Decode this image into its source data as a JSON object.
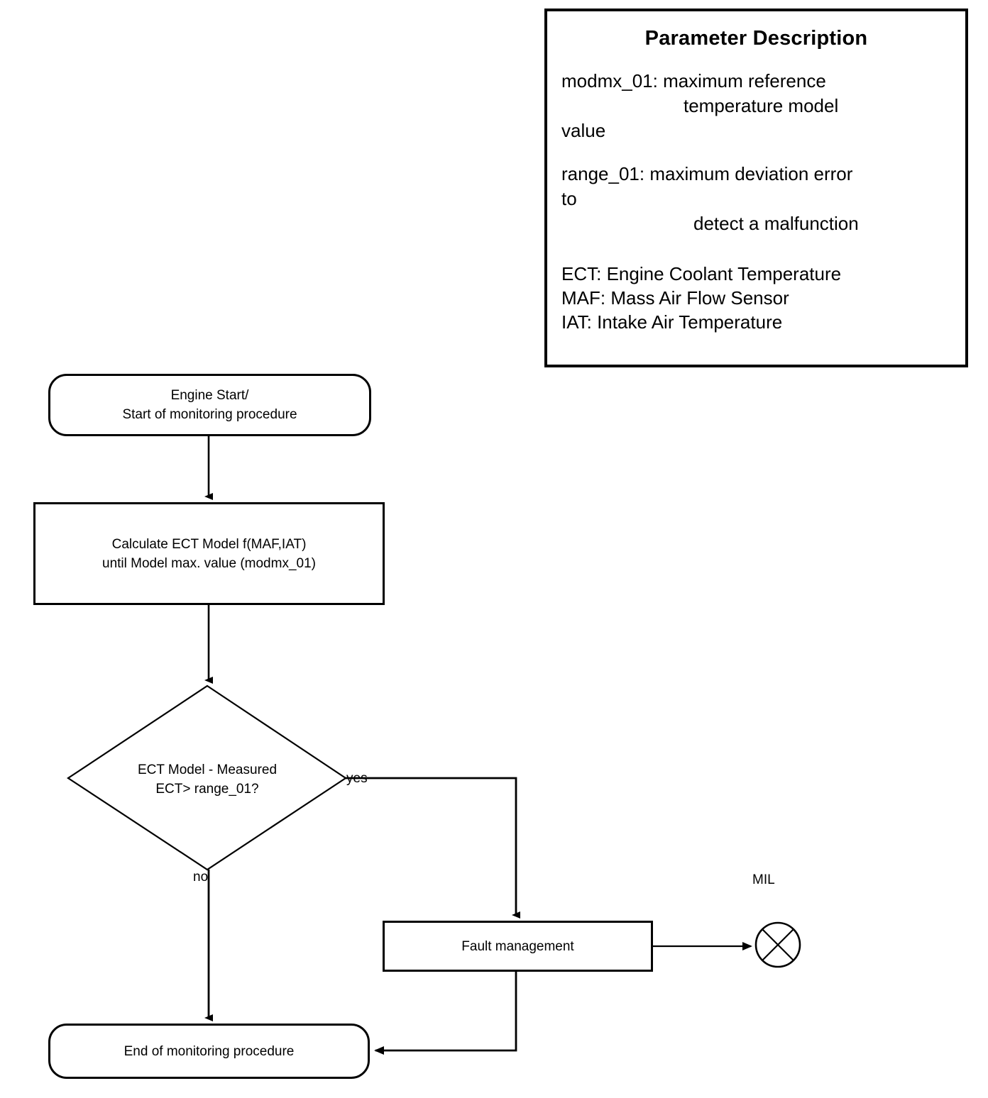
{
  "diagram": {
    "title_semantic": "ECT model based monitoring flowchart"
  },
  "parameter_panel": {
    "title": "Parameter Description",
    "entries": [
      {
        "line1": "modmx_01: maximum reference",
        "line2": "temperature model",
        "line3": "value"
      },
      {
        "line1": "range_01:   maximum deviation error",
        "line2": "to",
        "line3": "detect a malfunction"
      }
    ],
    "abbreviations": [
      "ECT: Engine Coolant Temperature",
      "MAF: Mass Air Flow Sensor",
      "IAT: Intake Air Temperature"
    ]
  },
  "flow": {
    "start": {
      "label": "Engine Start/\nStart of monitoring procedure"
    },
    "process": {
      "label": "Calculate ECT Model f(MAF,IAT)\nuntil Model max. value (modmx_01)"
    },
    "decision": {
      "label": "ECT Model - Measured\nECT> range_01?",
      "yes_label": "yes",
      "no_label": "no"
    },
    "fault": {
      "label": "Fault management"
    },
    "end": {
      "label": "End of monitoring procedure"
    },
    "mil": {
      "label": "MIL",
      "icon": "lamp-cross-circle-icon"
    }
  },
  "colors": {
    "stroke": "#000000",
    "background": "#ffffff"
  }
}
